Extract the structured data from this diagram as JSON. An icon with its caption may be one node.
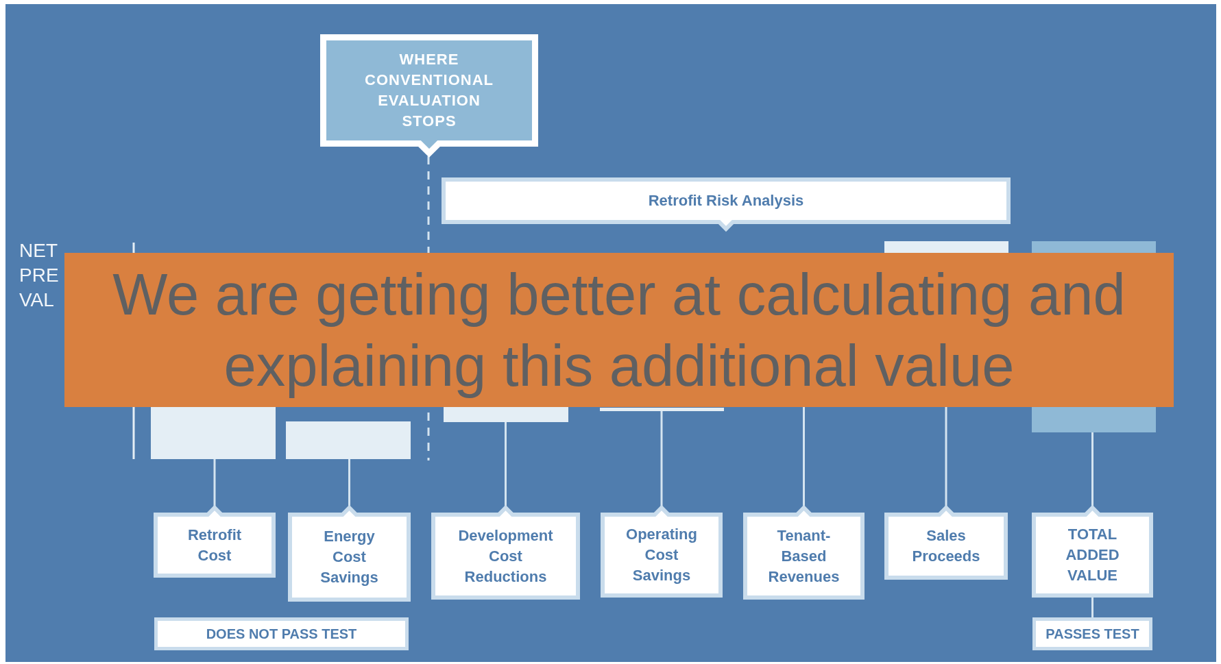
{
  "diagram": {
    "nodes": [
      {
        "text": [
          "WHERE CONVENTIONAL EVALUATION STOPS"
        ]
      },
      {
        "text": [
          "Retrofit Risk Analysis"
        ]
      },
      {
        "text": [
          "We are getting better at calculating and explaining this additional value"
        ]
      },
      {
        "text": [],
        "shape": "bar"
      },
      {
        "text": [],
        "shape": "bar"
      },
      {
        "text": [],
        "shape": "bar"
      },
      {
        "text": [],
        "shape": "bar"
      },
      {
        "text": [],
        "shape": "bar"
      },
      {
        "text": [],
        "shape": "bar"
      },
      {
        "text": [
          "Retrofit Cost"
        ]
      },
      {
        "text": [
          "Energy Cost Savings"
        ]
      },
      {
        "text": [
          "Development Cost Reductions"
        ]
      },
      {
        "text": [
          "Operating Cost Savings"
        ]
      },
      {
        "text": [
          "Tenant-Based Revenues"
        ]
      },
      {
        "text": [
          "Sales Proceeds"
        ]
      },
      {
        "text": [
          "TOTAL ADDED VALUE"
        ]
      },
      {
        "text": [
          "DOES NOT PASS TEST"
        ]
      },
      {
        "text": [
          "PASSES TEST"
        ]
      }
    ],
    "edges": [
      {
        "from": 0,
        "to": null,
        "arrow": "none",
        "style": "dashed"
      },
      {
        "from": 3,
        "to": 9,
        "arrow": "none"
      },
      {
        "from": 4,
        "to": 10,
        "arrow": "none"
      },
      {
        "from": 5,
        "to": 11,
        "arrow": "none"
      },
      {
        "from": 6,
        "to": 12,
        "arrow": "none"
      },
      {
        "from": 2,
        "to": 13,
        "arrow": "none"
      },
      {
        "from": 2,
        "to": 14,
        "arrow": "none"
      },
      {
        "from": 8,
        "to": 15,
        "arrow": "none"
      },
      {
        "from": 15,
        "to": 17,
        "arrow": "none"
      }
    ],
    "labels": [
      "NET PRE VAL"
    ]
  }
}
